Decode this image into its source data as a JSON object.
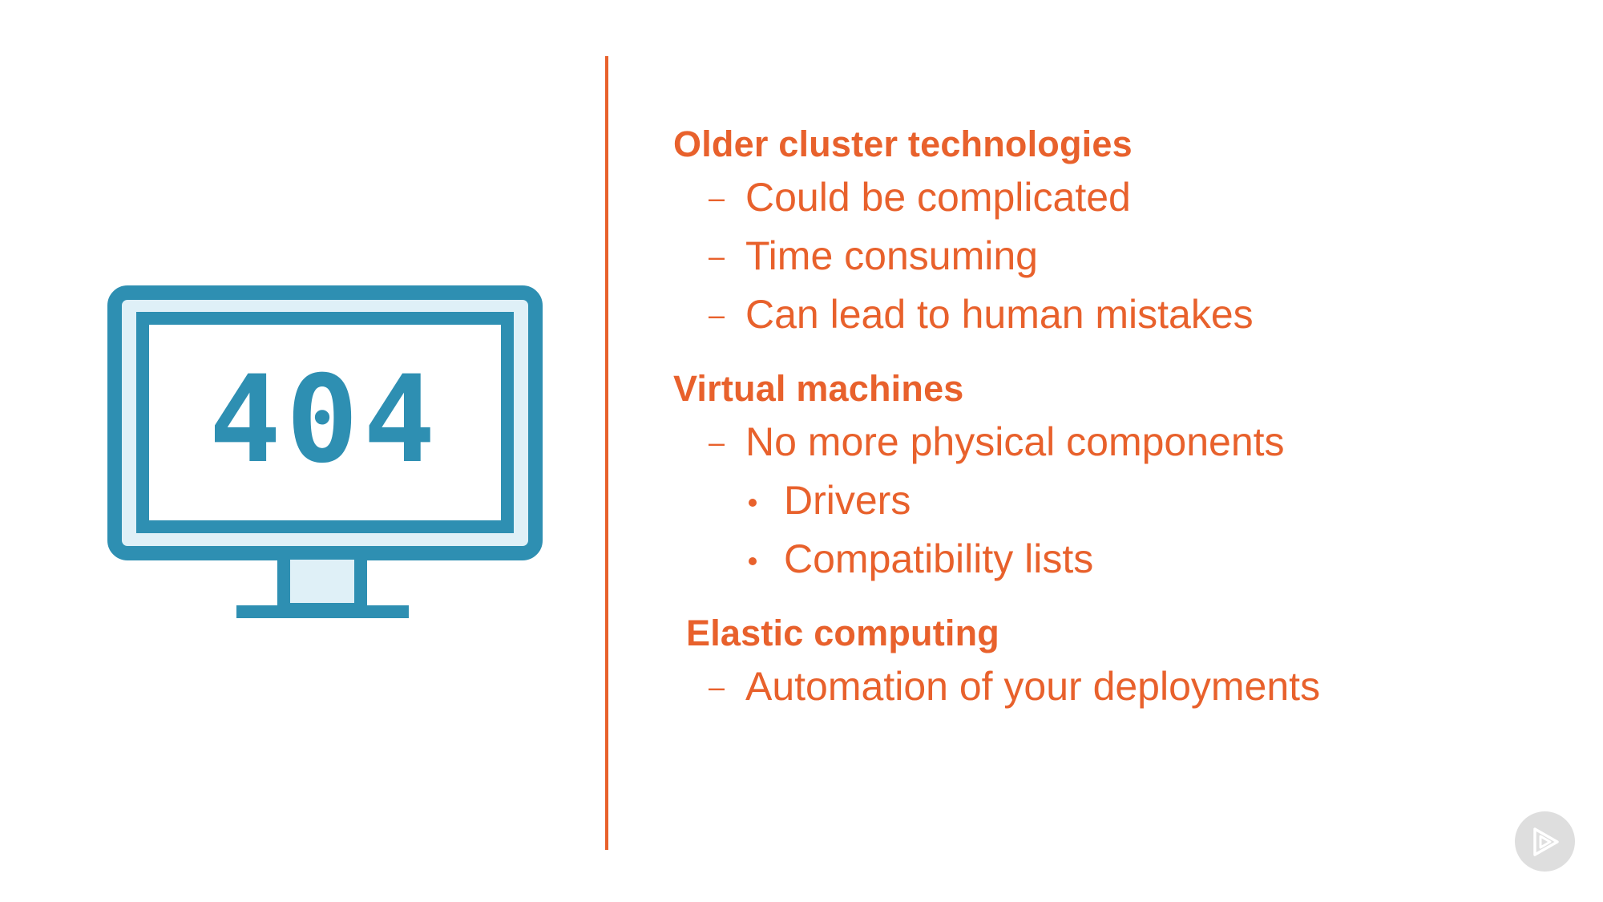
{
  "illustration": {
    "screen_text": "404",
    "icon": "monitor-404-icon",
    "color": "#2e8fb2",
    "fill_color": "#dff0f7"
  },
  "accent_color": "#e8612c",
  "sections": [
    {
      "heading": "Older cluster technologies",
      "items": [
        {
          "text": "Could be complicated"
        },
        {
          "text": "Time consuming"
        },
        {
          "text": "Can lead to human mistakes"
        }
      ]
    },
    {
      "heading": "Virtual machines",
      "items": [
        {
          "text": "No more physical components",
          "subitems": [
            "Drivers",
            "Compatibility lists"
          ]
        }
      ]
    },
    {
      "heading": "Elastic computing",
      "items": [
        {
          "text": "Automation of your deployments"
        }
      ]
    }
  ],
  "markers": {
    "dash": "–"
  },
  "badge": {
    "icon": "play-logo-icon"
  }
}
